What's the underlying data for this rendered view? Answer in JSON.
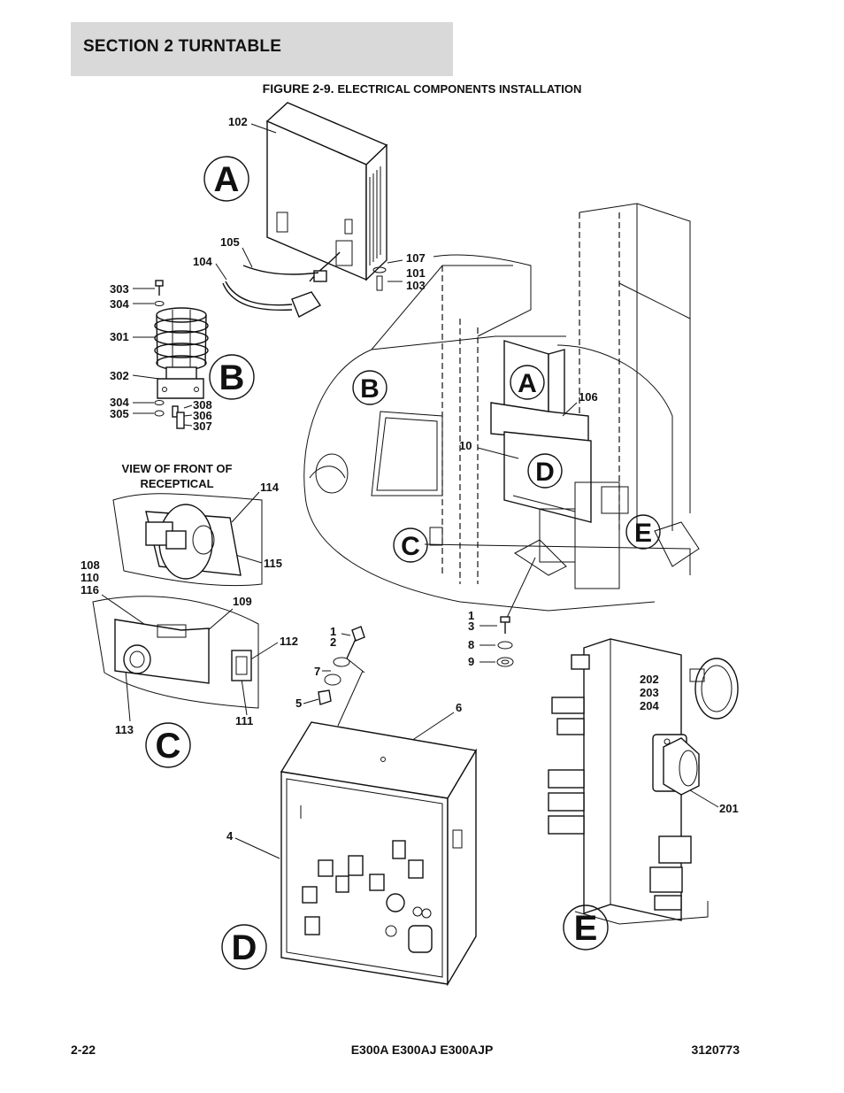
{
  "header": {
    "section_title": "SECTION 2   TURNTABLE"
  },
  "figure": {
    "number": "FIGURE 2-9.",
    "title": "ELECTRICAL COMPONENTS INSTALLATION",
    "view_caption_line1": "VIEW OF FRONT OF",
    "view_caption_line2": "RECEPTICAL"
  },
  "callouts": {
    "A": "A",
    "B": "B",
    "C": "C",
    "D": "D",
    "E": "E",
    "p102": "102",
    "p105": "105",
    "p104": "104",
    "p107": "107",
    "p101": "101",
    "p103": "103",
    "p303": "303",
    "p304a": "304",
    "p301": "301",
    "p302": "302",
    "p304b": "304",
    "p305": "305",
    "p308": "308",
    "p306": "306",
    "p307": "307",
    "p106": "106",
    "p10": "10",
    "p114": "114",
    "p115": "115",
    "p108": "108",
    "p110": "110",
    "p116": "116",
    "p109": "109",
    "p112": "112",
    "p113": "113",
    "p111": "111",
    "p1a": "1",
    "p2": "2",
    "p7": "7",
    "p5": "5",
    "p6": "6",
    "p4": "4",
    "p1b": "1",
    "p3": "3",
    "p8": "8",
    "p9": "9",
    "p202": "202",
    "p203": "203",
    "p204": "204",
    "p201": "201"
  },
  "footer": {
    "page_number": "2-22",
    "models": "E300A E300AJ E300AJP",
    "doc_number": "3120773"
  }
}
